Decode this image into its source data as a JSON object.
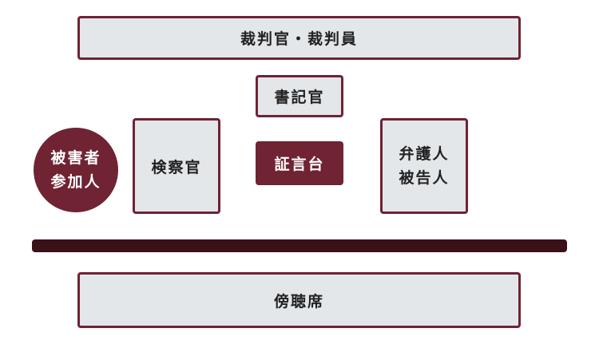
{
  "judges": {
    "label": "裁判官・裁判員"
  },
  "clerk": {
    "label": "書記官"
  },
  "prosecutor": {
    "label": "検察官"
  },
  "witness_stand": {
    "label": "証言台"
  },
  "defense": {
    "line1": "弁護人",
    "line2": "被告人"
  },
  "victim_participant": {
    "line1": "被害者",
    "line2": "参加人"
  },
  "gallery": {
    "label": "傍聴席"
  },
  "colors": {
    "accent": "#6f2333",
    "bar": "#3a1019",
    "box_fill": "#e3e7ea"
  }
}
